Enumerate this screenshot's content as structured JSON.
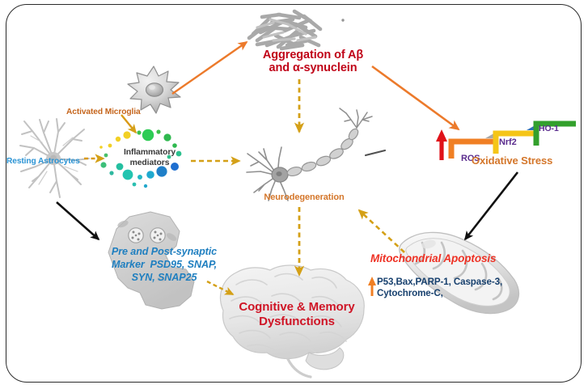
{
  "figure": {
    "title": "Pathway diagram of neuroinflammation, protein aggregation, oxidative stress and neurodegeneration",
    "border_color": "#2b2b2b",
    "background": "#ffffff"
  },
  "nodes": {
    "microglia": {
      "label": "Activated Microglia",
      "color": "#c5651c",
      "icon": "microglia-cell-icon"
    },
    "astrocytes": {
      "label": "Resting Astrocytes",
      "color": "#2a93d4",
      "icon": "astrocyte-cell-icon"
    },
    "inflammatory": {
      "line1": "Inflammatory",
      "line2": "mediators",
      "color": "#3a3a3a",
      "icon": "cytokine-dots-icon"
    },
    "aggregation": {
      "line1": "Aggregation of Aβ",
      "line2": "and α-synuclein",
      "color": "#c00418",
      "icon": "protein-fibril-tangle-icon"
    },
    "neurodegeneration": {
      "label": "Neurodegeneration",
      "color": "#d4762a",
      "icon": "neuron-icon"
    },
    "oxidative_stress": {
      "label": "Oxidative Stress",
      "color": "#d4762a",
      "icon": "staircase-bars-icon",
      "markers": [
        {
          "label": "ROS",
          "color": "#5b2d8e",
          "bar_color": "#f07f24",
          "tag_color": "#a8a8a8"
        },
        {
          "label": "Nrf2",
          "color": "#5b2d8e",
          "bar_color": "#f5c518",
          "tag_color": "#2f6fb5"
        },
        {
          "label": "HO-1",
          "color": "#5b2d8e",
          "bar_color": "#33a02c",
          "tag_color": "#33a02c"
        }
      ],
      "up_arrow_color": "#e0131a"
    },
    "synaptic": {
      "line1": "Pre and Post-synaptic",
      "line2": "Marker  PSD95, SNAP,",
      "line3": "SYN, SNAP25",
      "color": "#1f7fc0",
      "icon": "synapse-icon"
    },
    "cognitive": {
      "line1": "Cognitive & Memory",
      "line2": "Dysfunctions",
      "color": "#cf1526",
      "icon": "brain-icon"
    },
    "mitochondria": {
      "label": "Mitochondrial Apoptosis",
      "color": "#ee3124",
      "markers_line1": "P53,Bax,PARP-1, Caspase-3,",
      "markers_line2": "Cytochrome-C,",
      "markers_color": "#17406e",
      "icon": "mitochondrion-icon"
    }
  },
  "arrows": [
    {
      "name": "microglia-to-aggregation",
      "style": "solid",
      "color": "#ec7a2b"
    },
    {
      "name": "aggregation-to-oxidative-stress",
      "style": "solid",
      "color": "#ec7a2b"
    },
    {
      "name": "microglia-to-inflammatory",
      "style": "solid",
      "color": "#d99a16"
    },
    {
      "name": "astrocytes-to-inflammatory",
      "style": "dashed",
      "color": "#d99a16"
    },
    {
      "name": "inflammatory-to-neurodegeneration",
      "style": "dashed",
      "color": "#d4a017"
    },
    {
      "name": "aggregation-to-neurodegeneration",
      "style": "dashed",
      "color": "#d4a017"
    },
    {
      "name": "neurodegeneration-to-cognitive",
      "style": "dashed",
      "color": "#d4a017"
    },
    {
      "name": "mitochondria-to-neurodegeneration",
      "style": "dashed",
      "color": "#d4a017"
    },
    {
      "name": "astrocytes-to-synapse",
      "style": "solid",
      "color": "#111111"
    },
    {
      "name": "oxidative-stress-to-mitochondria",
      "style": "solid",
      "color": "#111111"
    },
    {
      "name": "synapse-to-cognitive",
      "style": "dashed",
      "color": "#d4a017"
    },
    {
      "name": "cognitive-up-arrow",
      "style": "solid",
      "color": "#f07f24"
    }
  ],
  "palette": {
    "red": "#c00418",
    "orange": "#d4762a",
    "blue": "#2a93d4",
    "purple": "#5b2d8e",
    "gold": "#d4a017",
    "dark_blue": "#17406e"
  }
}
